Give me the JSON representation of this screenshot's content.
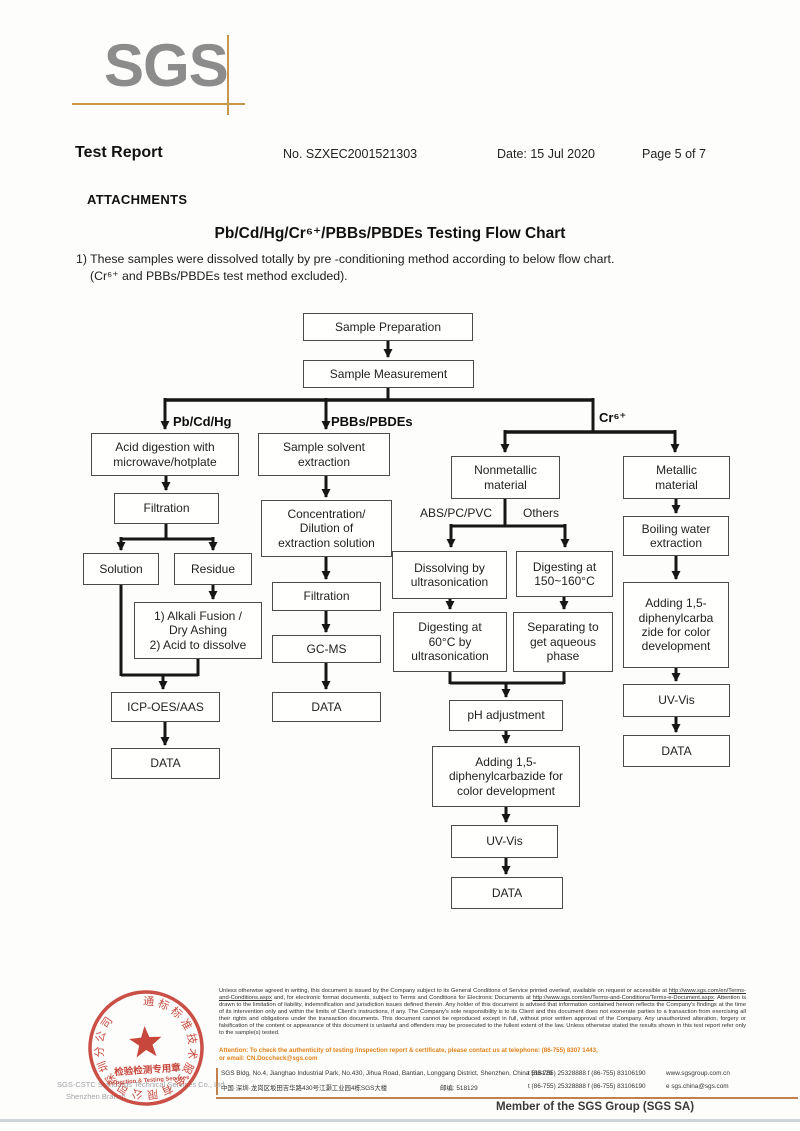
{
  "colors": {
    "logo_gray": "#8c8c8c",
    "accent_tan": "#c9964a",
    "stamp_red": "#c3372c",
    "attention_orange": "#e0821a"
  },
  "header": {
    "logo_text": "SGS",
    "report_title": "Test Report",
    "report_no": "No. SZXEC2001521303",
    "date": "Date: 15 Jul 2020",
    "page_info": "Page 5 of 7",
    "attachments_label": "ATTACHMENTS"
  },
  "flow": {
    "title": "Pb/Cd/Hg/Cr⁶⁺/PBBs/PBDEs Testing Flow Chart",
    "note_line1": "1) These samples were dissolved totally by pre -conditioning method according to below flow chart.",
    "note_line2": "(Cr⁶⁺ and PBBs/PBDEs test method excluded).",
    "branch_labels": {
      "left": "Pb/Cd/Hg",
      "middle": "PBBs/PBDEs",
      "right": "Cr⁶⁺",
      "abs_pc_pvc": "ABS/PC/PVC",
      "others": "Others"
    },
    "boxes": {
      "sample_preparation": "Sample Preparation",
      "sample_measurement": "Sample Measurement",
      "acid_digestion": "Acid digestion with\nmicrowave/hotplate",
      "solvent_extraction": "Sample solvent\nextraction",
      "nonmetallic": "Nonmetallic\nmaterial",
      "metallic": "Metallic\nmaterial",
      "filtration_left": "Filtration",
      "concentration": "Concentration/\nDilution of\nextraction solution",
      "solution": "Solution",
      "residue": "Residue",
      "alkali": "1) Alkali Fusion /\nDry Ashing\n2) Acid to dissolve",
      "filtration_mid": "Filtration",
      "gcms": "GC-MS",
      "icp": "ICP-OES/AAS",
      "data_left": "DATA",
      "data_mid": "DATA",
      "dissolving": "Dissolving by\nultrasonication",
      "digesting150": "Digesting at\n150~160°C",
      "digesting60": "Digesting at\n60°C by\nultrasonication",
      "separating": "Separating to\nget aqueous\nphase",
      "boiling": "Boiling water\nextraction",
      "adding_right": "Adding 1,5-\ndiphenylcarba\nzide for color\ndevelopment",
      "ph_adjustment": "pH adjustment",
      "adding_center": "Adding 1,5-\ndiphenylcarbazide for\ncolor development",
      "uvvis_center": "UV-Vis",
      "data_center": "DATA",
      "uvvis_right": "UV-Vis",
      "data_right": "DATA"
    }
  },
  "footer": {
    "stamp": {
      "ring_text": "通标标准技术服务有限公司深圳分公司",
      "center_cn": "检验检测专用章",
      "center_en": "Inspection & Testing Services"
    },
    "company_line1": "SGS-CSTC Standards Technical Services Co., Ltd.",
    "company_line2": "Shenzhen Branch",
    "disclaimer": {
      "p1": "Unless otherwise agreed in writing, this document is issued by the Company subject to its General Conditions of Service printed overleaf, available on request or accessible at ",
      "url1": "http://www.sgs.com/en/Terms-and-Conditions.aspx",
      "p2": " and, for electronic format documents, subject to Terms and Conditions for Electronic Documents at ",
      "url2": "http://www.sgs.com/en/Terms-and-Conditions/Terms-e-Document.aspx",
      "p3": ". Attention is drawn to the limitation of liability, indemnification and jurisdiction issues defined therein. Any holder of this document is advised that information contained hereon reflects the Company's findings at the time of its intervention only and within the limits of Client's instructions, if any. The Company's sole responsibility is to its Client and this document does not exonerate parties to a transaction from exercising all their rights and obligations under the transaction documents. This document cannot be reproduced except in full, without prior written approval of the Company. Any unauthorized alteration, forgery or falsification of the content or appearance of this document is unlawful and offenders may be prosecuted to the fullest extent of the law. Unless otherwise stated the results shown in this test report refer only to the sample(s) tested."
    },
    "attention_line1": "Attention: To check the authenticity of testing /inspection report & certificate, please contact us at telephone: (86-755) 8307 1443,",
    "attention_line2": "or email: CN.Doccheck@sgs.com",
    "address1": "SGS Bldg, No.4, Jianghao Industrial Park, No.430, Jihua Road, Bantian, Longgang District, Shenzhen, China 518129",
    "address1_contact": "t (86-755) 25328888  f (86-755) 83106190",
    "address1_web": "www.sgsgroup.com.cn",
    "address2": "中国·深圳·龙岗区坂田吉华路430号江灏工业园4栋SGS大楼",
    "address2_post": "邮编: 518129",
    "address2_contact": "t (86-755) 25328888  f (86-755) 83106190",
    "address2_email": "e sgs.china@sgs.com",
    "member_line": "Member of the SGS Group (SGS SA)"
  }
}
